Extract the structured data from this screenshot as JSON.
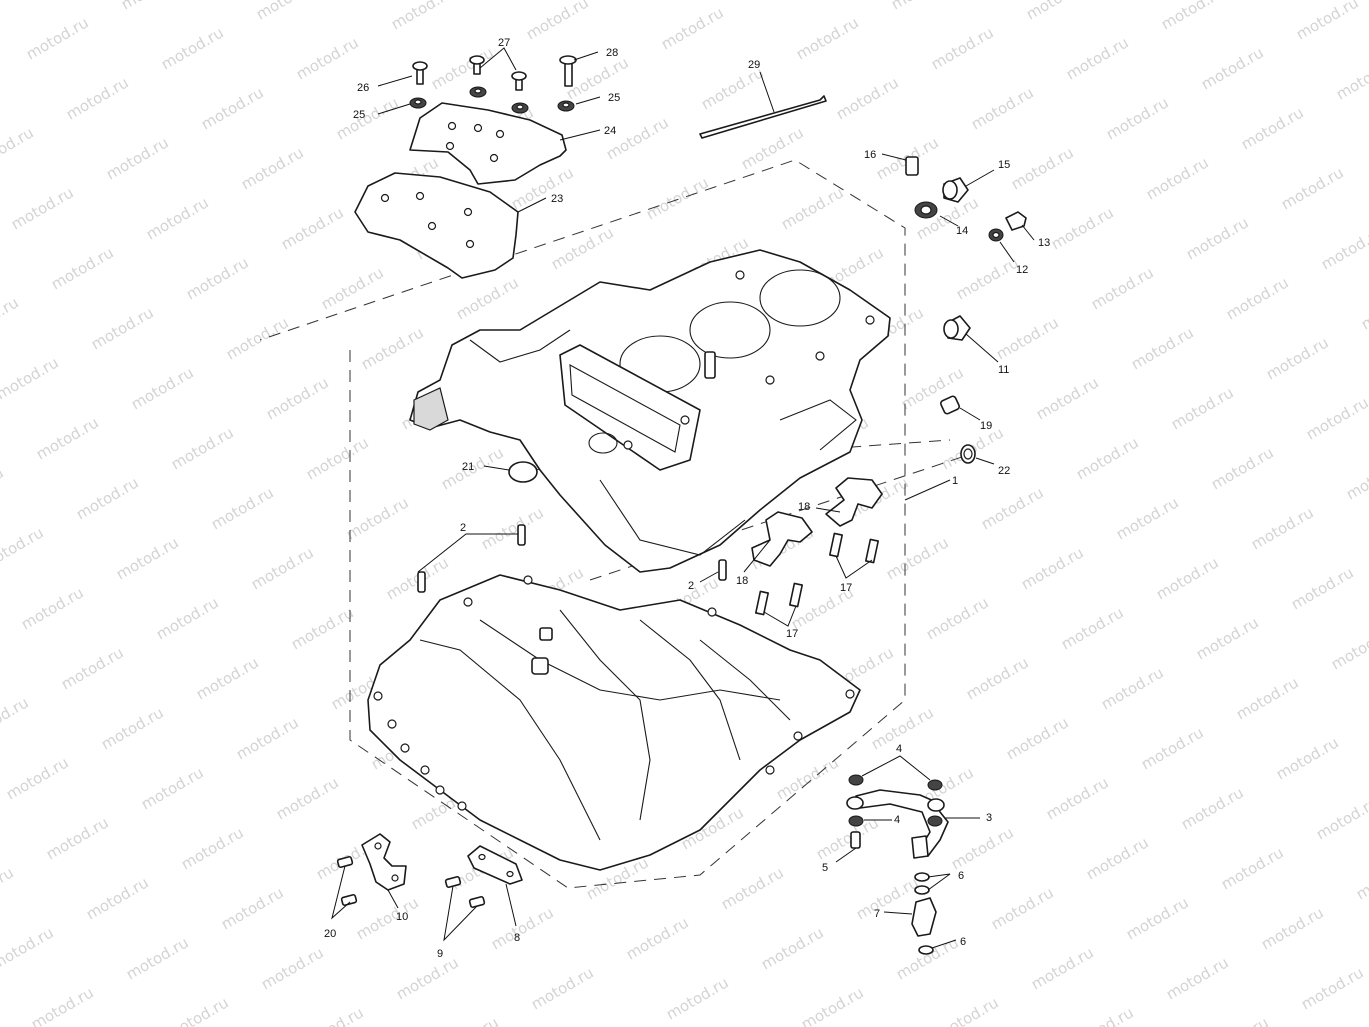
{
  "watermark": {
    "text": "motod.ru"
  },
  "callouts": [
    {
      "id": "c26",
      "label": "26"
    },
    {
      "id": "c25a",
      "label": "25"
    },
    {
      "id": "c27",
      "label": "27"
    },
    {
      "id": "c28",
      "label": "28"
    },
    {
      "id": "c25b",
      "label": "25"
    },
    {
      "id": "c24",
      "label": "24"
    },
    {
      "id": "c23",
      "label": "23"
    },
    {
      "id": "c29",
      "label": "29"
    },
    {
      "id": "c16",
      "label": "16"
    },
    {
      "id": "c15",
      "label": "15"
    },
    {
      "id": "c14",
      "label": "14"
    },
    {
      "id": "c13",
      "label": "13"
    },
    {
      "id": "c12",
      "label": "12"
    },
    {
      "id": "c11",
      "label": "11"
    },
    {
      "id": "c19",
      "label": "19"
    },
    {
      "id": "c22",
      "label": "22"
    },
    {
      "id": "c1",
      "label": "1"
    },
    {
      "id": "c21",
      "label": "21"
    },
    {
      "id": "c18a",
      "label": "18"
    },
    {
      "id": "c18b",
      "label": "18"
    },
    {
      "id": "c2a",
      "label": "2"
    },
    {
      "id": "c2b",
      "label": "2"
    },
    {
      "id": "c17a",
      "label": "17"
    },
    {
      "id": "c17b",
      "label": "17"
    },
    {
      "id": "c4a",
      "label": "4"
    },
    {
      "id": "c4b",
      "label": "4"
    },
    {
      "id": "c3",
      "label": "3"
    },
    {
      "id": "c5",
      "label": "5"
    },
    {
      "id": "c6a",
      "label": "6"
    },
    {
      "id": "c7",
      "label": "7"
    },
    {
      "id": "c6b",
      "label": "6"
    },
    {
      "id": "c10",
      "label": "10"
    },
    {
      "id": "c20",
      "label": "20"
    },
    {
      "id": "c8",
      "label": "8"
    },
    {
      "id": "c9",
      "label": "9"
    }
  ]
}
